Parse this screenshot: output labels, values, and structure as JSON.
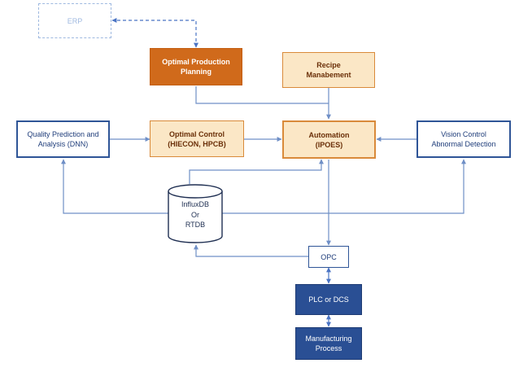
{
  "colors": {
    "connector": "#6f8fc6",
    "orange_fill": "#d06a1b",
    "light_orange_fill": "#fbe7c6",
    "orange_border": "#d98a3a",
    "blue": "#2f5597",
    "dark_blue_fill": "#2a4f94",
    "erp_dashed": "#9fb9e0"
  },
  "nodes": {
    "erp": {
      "lines": [
        "ERP"
      ]
    },
    "optimal_production_planning": {
      "lines": [
        "Optimal Production",
        "Planning"
      ]
    },
    "recipe_management": {
      "lines": [
        "Recipe",
        "Manabement"
      ]
    },
    "quality_prediction": {
      "lines": [
        "Quality Prediction and",
        "Analysis (DNN)"
      ]
    },
    "optimal_control": {
      "lines": [
        "Optimal Control",
        "(HIECON, HPCB)"
      ]
    },
    "automation": {
      "lines": [
        "Automation",
        "(IPOES)"
      ]
    },
    "vision_control": {
      "lines": [
        "Vision Control",
        "Abnormal Detection"
      ]
    },
    "database": {
      "lines": [
        "InfluxDB",
        "Or",
        "RTDB"
      ]
    },
    "opc": {
      "lines": [
        "OPC"
      ]
    },
    "plc_dcs": {
      "lines": [
        "PLC or DCS"
      ]
    },
    "manufacturing_process": {
      "lines": [
        "Manufacturing",
        "Process"
      ]
    }
  }
}
